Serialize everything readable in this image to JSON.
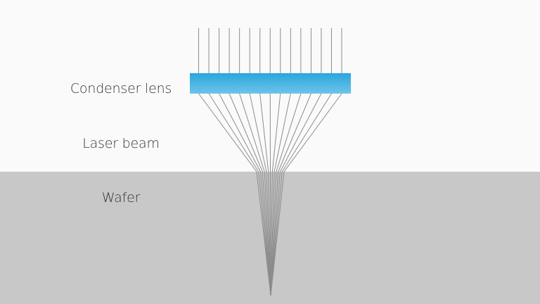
{
  "labels": {
    "lens": "Condenser lens",
    "beam": "Laser beam",
    "wafer": "Wafer"
  },
  "diagram": {
    "ray_count": 15,
    "colors": {
      "background": "#fafafa",
      "wafer": "#c8c8c8",
      "lens_top": "#29a6dc",
      "lens_bottom": "#6ec3e8",
      "ray": "#8c8c8c"
    }
  }
}
